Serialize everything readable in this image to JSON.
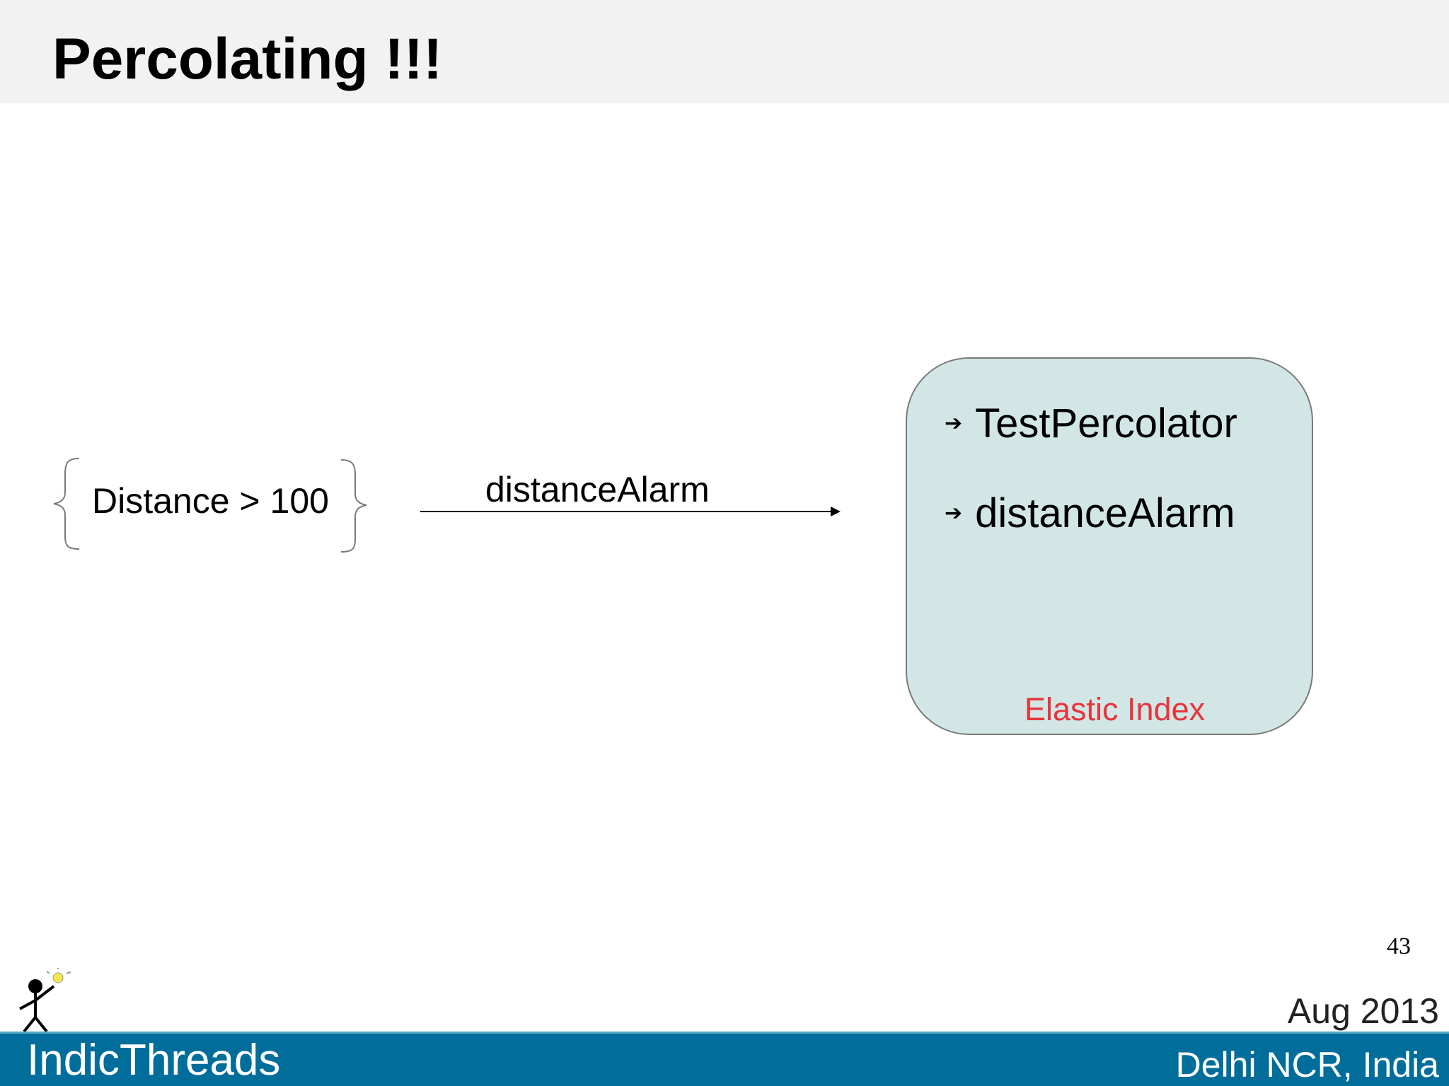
{
  "slide": {
    "title": "Percolating !!!",
    "page_number": "43"
  },
  "diagram": {
    "query": "Distance > 100",
    "arrow_label": "distanceAlarm",
    "index": {
      "items": [
        "TestPercolator",
        "distanceAlarm"
      ],
      "label": "Elastic Index",
      "label_color": "#e8343a",
      "fill_color": "#d1e6e5"
    }
  },
  "footer": {
    "brand": "IndicThreads",
    "date": "Aug 2013",
    "location": "Delhi NCR, India",
    "bar_color": "#006d9a"
  },
  "icons": {
    "logo": "stick-figure-lightbulb-icon",
    "bullet": "arrow-bullet-icon"
  }
}
